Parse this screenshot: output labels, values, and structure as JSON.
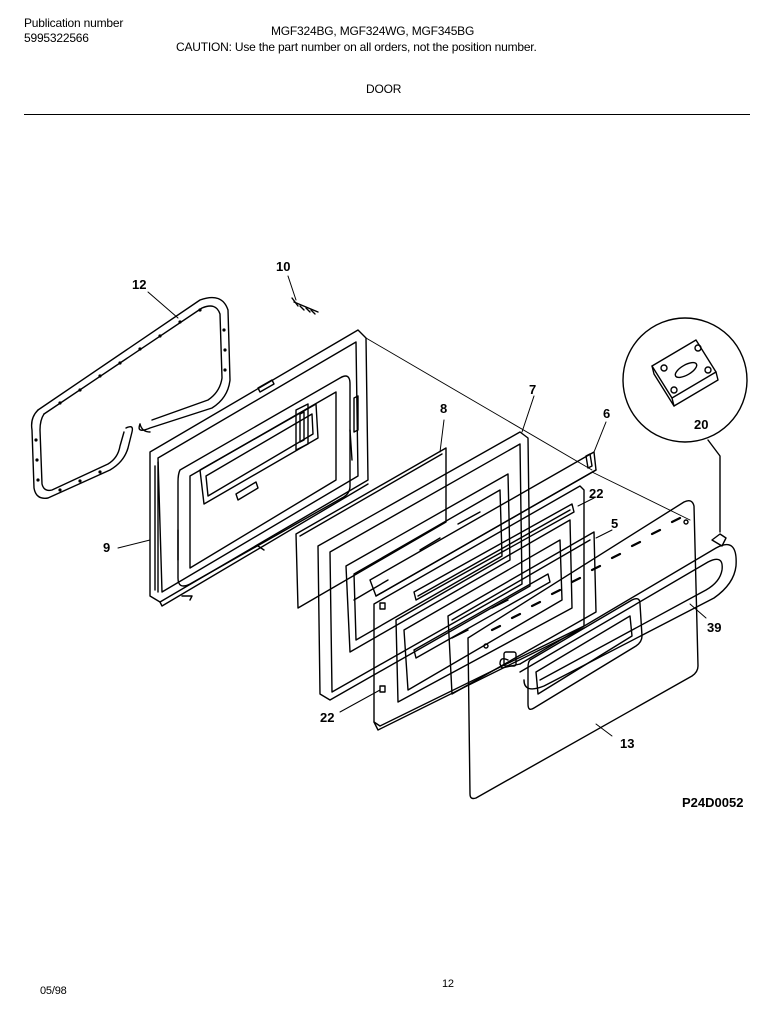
{
  "header": {
    "publication_label": "Publication number",
    "publication_number": "5995322566",
    "models": "MGF324BG, MGF324WG, MGF345BG",
    "caution": "CAUTION:  Use the part number on all orders, not the position number.",
    "section": "DOOR"
  },
  "diagram": {
    "code": "P24D0052",
    "callouts": [
      {
        "id": "12",
        "label": "12"
      },
      {
        "id": "10",
        "label": "10"
      },
      {
        "id": "8",
        "label": "8"
      },
      {
        "id": "7",
        "label": "7"
      },
      {
        "id": "6",
        "label": "6"
      },
      {
        "id": "20",
        "label": "20"
      },
      {
        "id": "22a",
        "label": "22"
      },
      {
        "id": "5",
        "label": "5"
      },
      {
        "id": "9",
        "label": "9"
      },
      {
        "id": "39",
        "label": "39"
      },
      {
        "id": "22b",
        "label": "22"
      },
      {
        "id": "13",
        "label": "13"
      }
    ]
  },
  "footer": {
    "date": "05/98",
    "page": "12"
  }
}
